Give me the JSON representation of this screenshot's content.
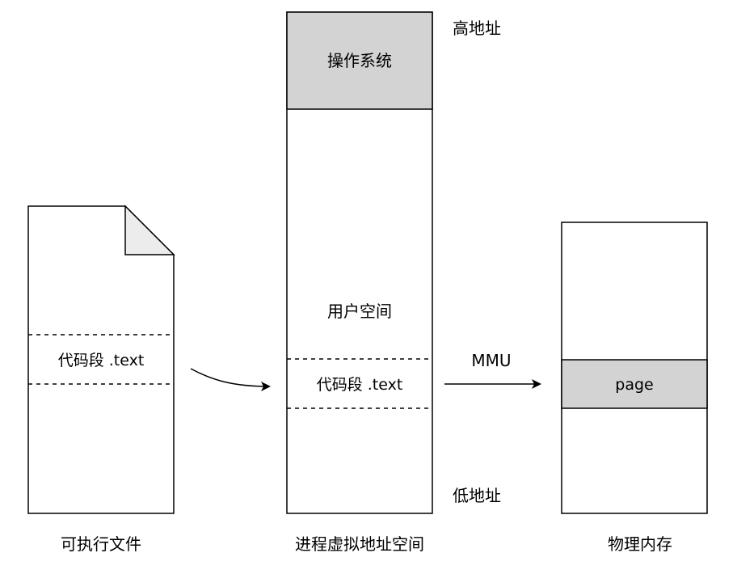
{
  "diagram": {
    "executable": {
      "code_segment_label": "代码段 .text",
      "caption": "可执行文件"
    },
    "virtual_space": {
      "os_label": "操作系统",
      "user_space_label": "用户空间",
      "code_segment_label": "代码段 .text",
      "high_address_label": "高地址",
      "low_address_label": "低地址",
      "caption": "进程虚拟地址空间"
    },
    "mmu_label": "MMU",
    "physical_memory": {
      "page_label": "page",
      "caption": "物理内存"
    },
    "colors": {
      "stroke": "#000000",
      "fill_white": "#ffffff",
      "fill_gray": "#d3d3d3",
      "fold_fill": "#ececec"
    }
  }
}
